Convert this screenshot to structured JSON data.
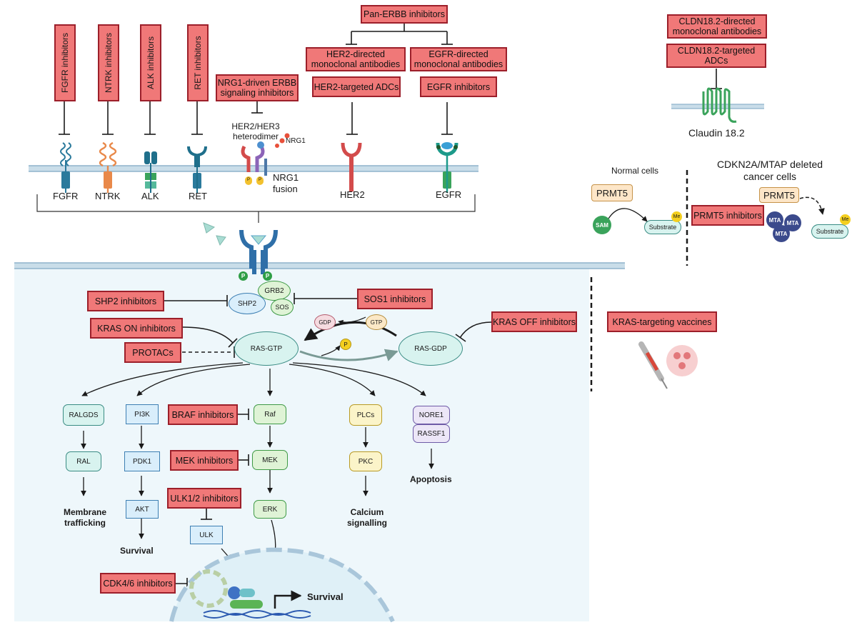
{
  "receptors": {
    "fgfr_inh": "FGFR inhibitors",
    "ntrk_inh": "NTRK inhibitors",
    "alk_inh": "ALK inhibitors",
    "ret_inh": "RET inhibitors",
    "nrg1_inh": "NRG1-driven ERBB signaling inhibitors",
    "pan_erbb": "Pan-ERBB inhibitors",
    "her2_mab": "HER2-directed monoclonal antibodies",
    "egfr_mab": "EGFR-directed monoclonal antibodies",
    "her2_adc": "HER2-targeted ADCs",
    "egfr_inh": "EGFR inhibitors",
    "fgfr": "FGFR",
    "ntrk": "NTRK",
    "alk": "ALK",
    "ret": "RET",
    "her2": "HER2",
    "egfr": "EGFR",
    "heterodimer": "HER2/HER3 heterodimer",
    "nrg1": "NRG1",
    "nrg1_fusion": "NRG1 fusion",
    "p": "P"
  },
  "claudin": {
    "mab": "CLDN18.2-directed monoclonal antibodies",
    "adc": "CLDN18.2-targeted ADCs",
    "label": "Claudin 18.2"
  },
  "prmt5": {
    "normal_cells": "Normal cells",
    "deleted_cells": "CDKN2A/MTAP deleted cancer cells",
    "prmt5": "PRMT5",
    "sam": "SAM",
    "substrate": "Substrate",
    "me": "Me",
    "inhibitors": "PRMT5 inhibitors",
    "mta": "MTA"
  },
  "ras": {
    "shp2_inh": "SHP2 inhibitors",
    "sos1_inh": "SOS1 inhibitors",
    "kras_on": "KRAS ON inhibitors",
    "protacs": "PROTACs",
    "kras_off": "KRAS OFF inhibitors",
    "vaccines": "KRAS-targeting vaccines",
    "shp2": "SHP2",
    "grb2": "GRB2",
    "sos": "SOS",
    "gdp": "GDP",
    "gtp": "GTP",
    "ras_gtp": "RAS-GTP",
    "ras_gdp": "RAS-GDP",
    "p": "P"
  },
  "pathways": {
    "ralgds": "RALGDS",
    "ral": "RAL",
    "membrane": "Membrane trafficking",
    "pi3k": "PI3K",
    "pdk1": "PDK1",
    "akt": "AKT",
    "survival1": "Survival",
    "braf_inh": "BRAF inhibitors",
    "raf": "Raf",
    "mek_inh": "MEK inhibitors",
    "mek": "MEK",
    "erk": "ERK",
    "ulk_inh": "ULK1/2 inhibitors",
    "ulk": "ULK",
    "plcs": "PLCs",
    "pkc": "PKC",
    "calcium": "Calcium signalling",
    "nore1": "NORE1",
    "rassf1": "RASSF1",
    "apoptosis": "Apoptosis",
    "cdk_inh": "CDK4/6 inhibitors",
    "survival2": "Survival"
  },
  "colors": {
    "inhibitor_fill": "#f07878",
    "inhibitor_border": "#9c1f2a",
    "membrane": "#a9c6da",
    "cytoplasm": "#eef7fb"
  }
}
